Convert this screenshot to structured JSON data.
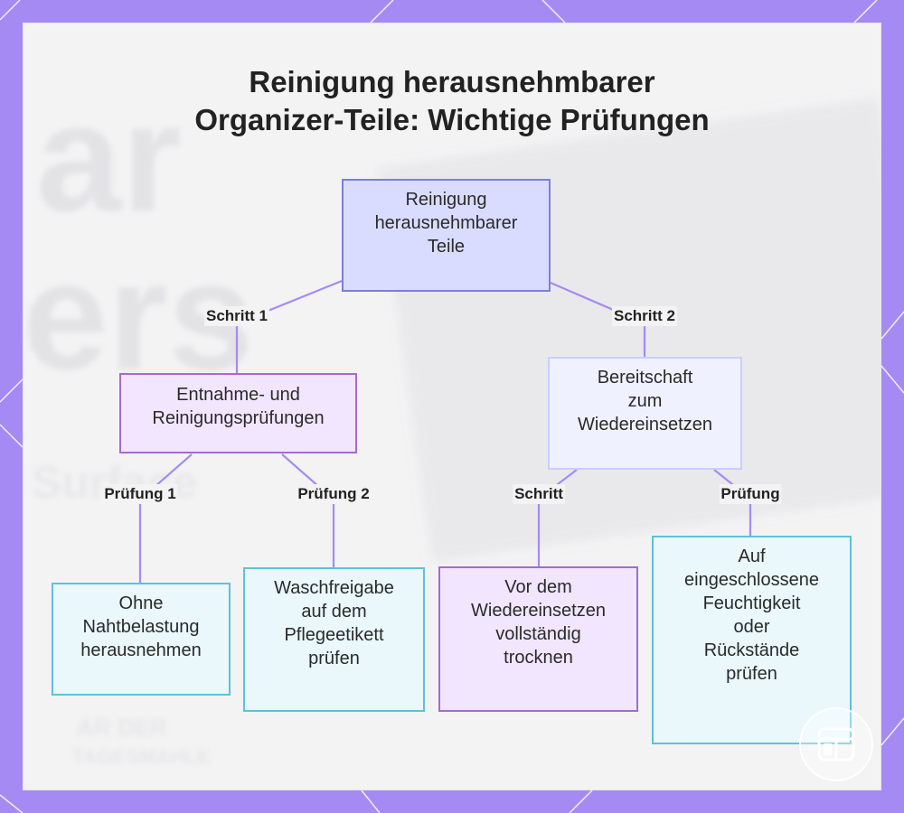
{
  "title": "Reinigung herausnehmbarer\nOrganizer-Teile: Wichtige Prüfungen",
  "background_text": {
    "large_top": "ar",
    "large_middle": "ers",
    "small_middle": "Surface",
    "small_bottom_1": "AR DER",
    "small_bottom_2": "TAGESMAHLE"
  },
  "nodes": {
    "root": "Reinigung\nherausnehmbarer\nTeile",
    "left": "Entnahme- und\nReinigungsprüfungen",
    "right": "Bereitschaft\nzum\nWiedereinsetzen",
    "left_a": "Ohne\nNahtbelastung\nherausnehmen",
    "left_b": "Waschfreigabe\nauf dem\nPflegeetikett\nprüfen",
    "right_a": "Vor dem\nWiedereinsetzen\nvollständig\ntrocknen",
    "right_b": "Auf\neingeschlossene\nFeuchtigkeit\noder\nRückstände\nprüfen"
  },
  "edges": {
    "root_left": "Schritt 1",
    "root_right": "Schritt 2",
    "left_a": "Prüfung 1",
    "left_b": "Prüfung 2",
    "right_a": "Schritt",
    "right_b": "Prüfung"
  },
  "colors": {
    "frame": "#a58af4",
    "connector": "#a58af4",
    "root_fill": "#d9dcff",
    "purple_fill": "#f1e6fe",
    "cyan_fill": "#eaf7fb"
  },
  "logo_icon": "grid-logo-icon"
}
